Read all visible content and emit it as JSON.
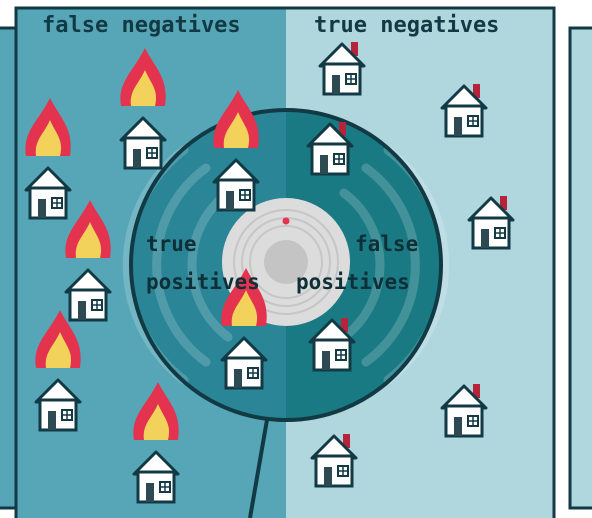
{
  "labels": {
    "false_negatives": "false negatives",
    "true_negatives": "true negatives",
    "true_positives_line1": "true",
    "true_positives_line2": "positives",
    "false_positives_line1": "false",
    "false_positives_line2": "positives"
  },
  "colors": {
    "left_panel": "#56a6b7",
    "right_panel": "#b0d6de",
    "outline": "#123a44",
    "circle_left": "#2a8596",
    "circle_right": "#1a7a84",
    "detector": "#dcdcdc",
    "flame_outer": "#e3334f",
    "flame_inner": "#f2d25a",
    "chimney": "#b6243c",
    "house_door": "#2d4a52",
    "led": "#e3334f"
  },
  "icons": {
    "house": "house-icon",
    "fire": "fire-icon",
    "smoke_detector": "smoke-detector-icon"
  }
}
